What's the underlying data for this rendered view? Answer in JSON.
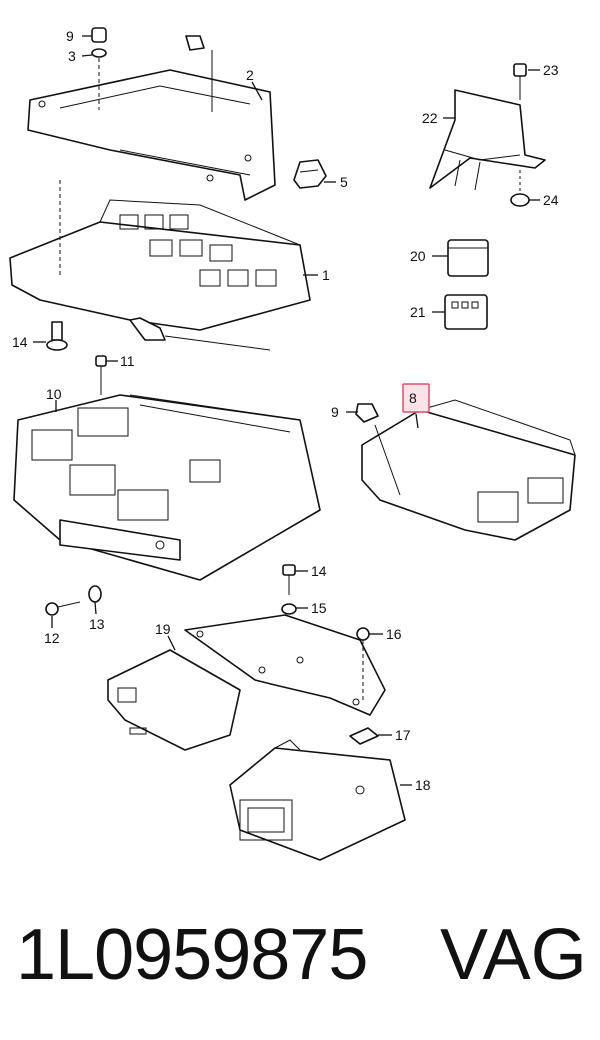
{
  "callouts": [
    {
      "id": "c1",
      "text": "1"
    },
    {
      "id": "c2",
      "text": "2"
    },
    {
      "id": "c3",
      "text": "3"
    },
    {
      "id": "c5",
      "text": "5"
    },
    {
      "id": "c8",
      "text": "8"
    },
    {
      "id": "c9a",
      "text": "9"
    },
    {
      "id": "c9b",
      "text": "9"
    },
    {
      "id": "c10",
      "text": "10"
    },
    {
      "id": "c11",
      "text": "11"
    },
    {
      "id": "c12",
      "text": "12"
    },
    {
      "id": "c13",
      "text": "13"
    },
    {
      "id": "c14a",
      "text": "14"
    },
    {
      "id": "c14b",
      "text": "14"
    },
    {
      "id": "c15",
      "text": "15"
    },
    {
      "id": "c16",
      "text": "16"
    },
    {
      "id": "c17",
      "text": "17"
    },
    {
      "id": "c18",
      "text": "18"
    },
    {
      "id": "c19",
      "text": "19"
    },
    {
      "id": "c20",
      "text": "20"
    },
    {
      "id": "c21",
      "text": "21"
    },
    {
      "id": "c22",
      "text": "22"
    },
    {
      "id": "c23",
      "text": "23"
    },
    {
      "id": "c24",
      "text": "24"
    }
  ],
  "highlight_color": "#e0506a",
  "footer": {
    "part_number": "1L0959875",
    "brand": "VAG"
  }
}
